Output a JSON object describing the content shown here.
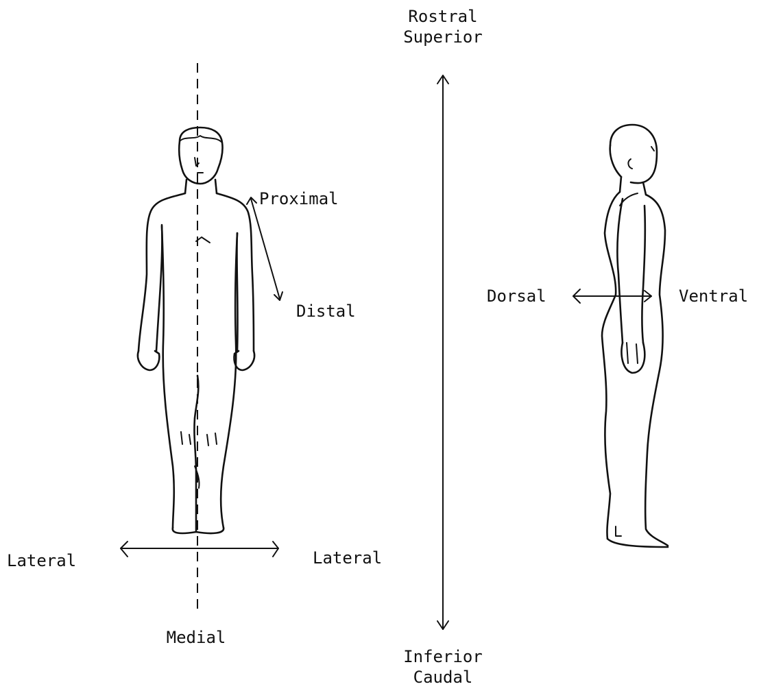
{
  "labels": {
    "rostral": "Rostral",
    "superior": "Superior",
    "inferior": "Inferior",
    "caudal": "Caudal",
    "proximal": "Proximal",
    "distal": "Distal",
    "dorsal": "Dorsal",
    "ventral": "Ventral",
    "lateral_left": "Lateral",
    "lateral_right": "Lateral",
    "medial": "Medial"
  },
  "icons": {
    "front_figure": "human-figure-front-view",
    "side_figure": "human-figure-side-view"
  },
  "colors": {
    "ink": "#111111",
    "background": "#ffffff"
  }
}
